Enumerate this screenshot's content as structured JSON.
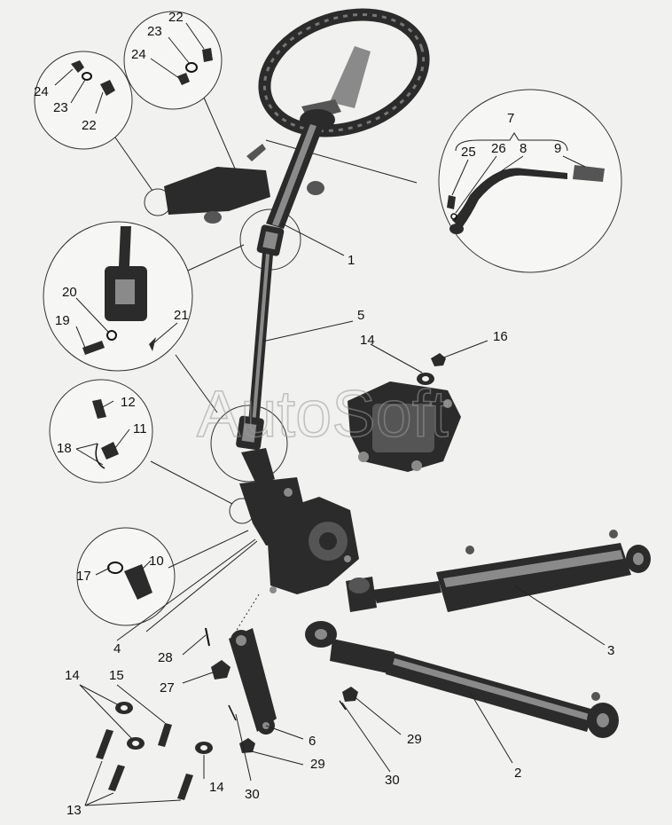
{
  "watermark": "AutoSoft",
  "labels": {
    "l1": "1",
    "l2": "2",
    "l3": "3",
    "l4": "4",
    "l5": "5",
    "l6": "6",
    "l7": "7",
    "l8": "8",
    "l9": "9",
    "l10": "10",
    "l11": "11",
    "l12": "12",
    "l13": "13",
    "l14a": "14",
    "l14b": "14",
    "l14c": "14",
    "l15": "15",
    "l16": "16",
    "l17": "17",
    "l18": "18",
    "l19": "19",
    "l20": "20",
    "l21": "21",
    "l22a": "22",
    "l22b": "22",
    "l23a": "23",
    "l23b": "23",
    "l24a": "24",
    "l24b": "24",
    "l25": "25",
    "l26": "26",
    "l27": "27",
    "l28": "28",
    "l29a": "29",
    "l29b": "29",
    "l30a": "30",
    "l30b": "30"
  }
}
